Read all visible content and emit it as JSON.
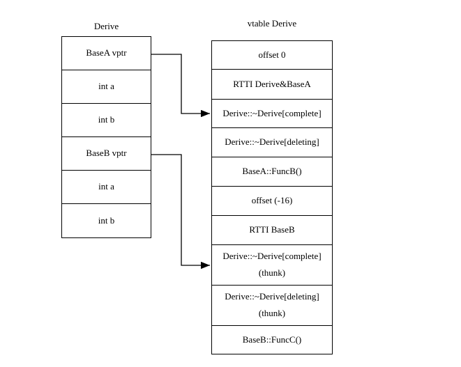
{
  "colors": {
    "background": "#ffffff",
    "line": "#000000",
    "text": "#000000",
    "cell_fill": "#ffffff"
  },
  "object_box": {
    "title": "Derive",
    "cells": [
      {
        "label": "BaseA vptr"
      },
      {
        "label": "int a"
      },
      {
        "label": "int b"
      },
      {
        "label": "BaseB vptr"
      },
      {
        "label": "int a"
      },
      {
        "label": "int b"
      }
    ]
  },
  "vtable_box": {
    "title": "vtable Derive",
    "cells": [
      {
        "label": "offset 0"
      },
      {
        "label": "RTTI Derive&BaseA"
      },
      {
        "label": "Derive::~Derive[complete]"
      },
      {
        "label": "Derive::~Derive[deleting]"
      },
      {
        "label": "BaseA::FuncB()"
      },
      {
        "label": "offset (-16)"
      },
      {
        "label": "RTTI BaseB"
      },
      {
        "label": "Derive::~Derive[complete]",
        "sublabel": "(thunk)"
      },
      {
        "label": "Derive::~Derive[deleting]",
        "sublabel": "(thunk)"
      },
      {
        "label": "BaseB::FuncC()"
      }
    ]
  },
  "arrows": [
    {
      "from": "BaseA vptr",
      "to": "Derive::~Derive[complete]"
    },
    {
      "from": "BaseB vptr",
      "to": "Derive::~Derive[complete] (thunk)"
    }
  ]
}
